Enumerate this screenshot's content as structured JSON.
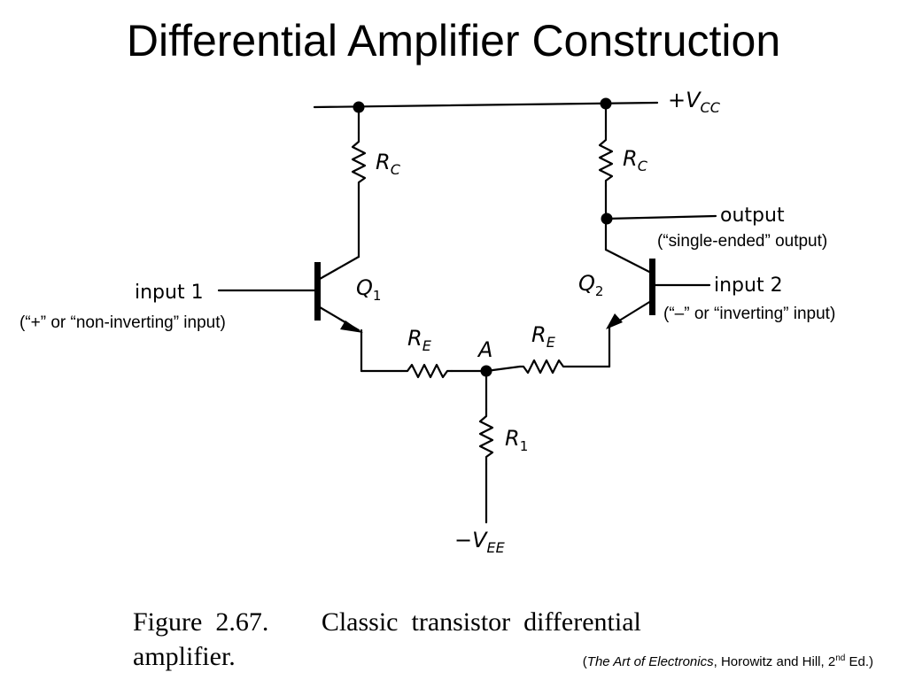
{
  "title": "Differential Amplifier Construction",
  "labels": {
    "vcc_prefix": "+V",
    "vcc_sub": "CC",
    "vee_prefix": "−V",
    "vee_sub": "EE",
    "rc": "R",
    "rc_sub": "C",
    "re": "R",
    "re_sub": "E",
    "r1": "R",
    "r1_sub": "1",
    "q1": "Q",
    "q1_sub": "1",
    "q2": "Q",
    "q2_sub": "2",
    "node_a": "A",
    "input1": "input 1",
    "input2": "input 2",
    "output": "output"
  },
  "notes": {
    "output_note": "(“single-ended” output)",
    "input1_note": "(“+” or “non-inverting” input)",
    "input2_note": "(“–” or “inverting” input)"
  },
  "caption": {
    "line1_left": "Figure  2.67.",
    "line1_right": "Classic  transistor  differential",
    "line2": "amplifier."
  },
  "citation": {
    "open": "(",
    "book": "The Art of Electronics",
    "authors": ", Horowitz and Hill, 2",
    "sup": "nd",
    "edition": " Ed.)"
  }
}
